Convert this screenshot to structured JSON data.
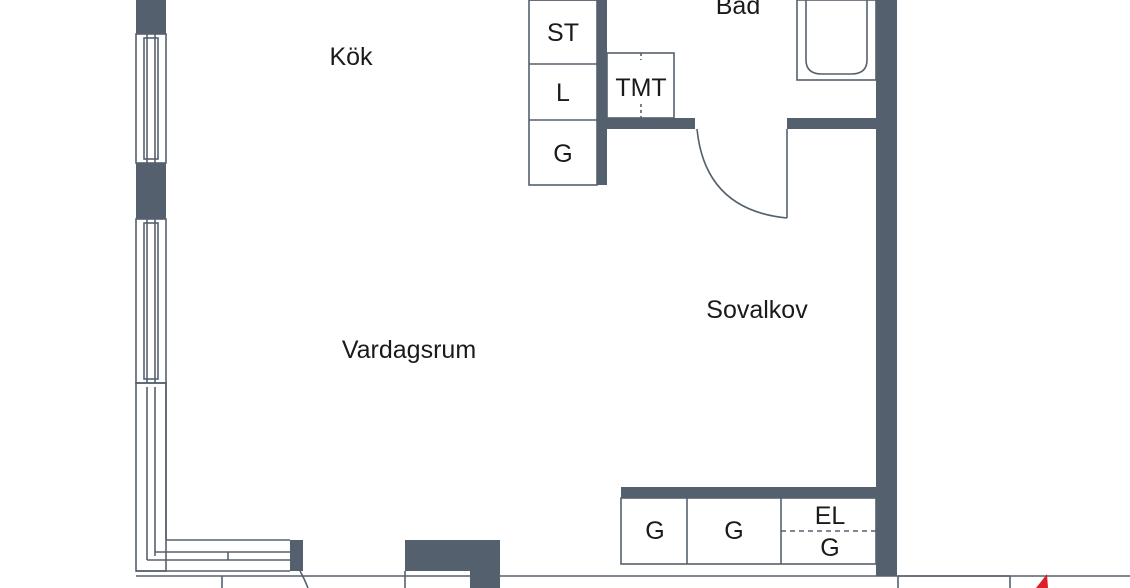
{
  "rooms": {
    "kitchen": "Kök",
    "bathroom": "Bad",
    "bedroom_alcove": "Sovalkov",
    "living_room": "Vardagsrum"
  },
  "kitchen_cabinets": {
    "stove": "ST",
    "l": "L",
    "g": "G"
  },
  "bathroom_fixture": "TMT",
  "wardrobes": {
    "g1": "G",
    "g2": "G",
    "el": "EL",
    "el_g": "G"
  },
  "colors": {
    "wall": "#55606e",
    "line": "#55606e",
    "background": "#ffffff",
    "accent": "#d9202a"
  }
}
